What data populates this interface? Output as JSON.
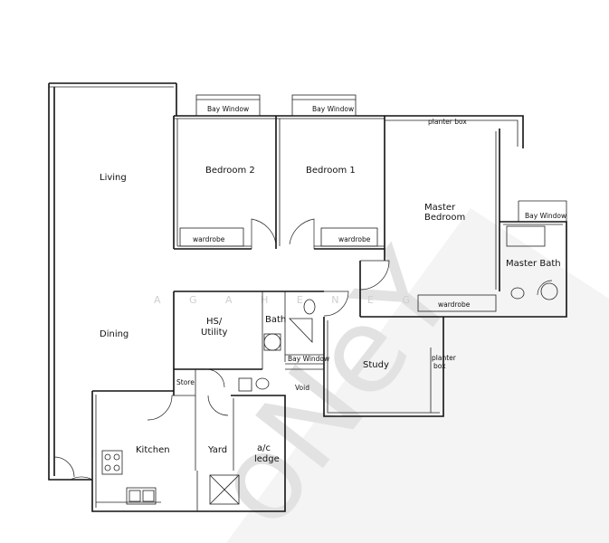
{
  "rooms": {
    "living": "Living",
    "dining": "Dining",
    "bedroom2": "Bedroom 2",
    "bedroom1": "Bedroom 1",
    "master_line1": "Master",
    "master_line2": "Bedroom",
    "hs_line1": "HS/",
    "hs_line2": "Utility",
    "bath": "Bath",
    "study": "Study",
    "kitchen": "Kitchen",
    "yard": "Yard",
    "store": "Store",
    "void": "Void",
    "master_bath": "Master Bath",
    "ac_line1": "a/c",
    "ac_line2": "ledge"
  },
  "fixtures": {
    "bay_window": "Bay Window",
    "planter_box": "planter box",
    "planter_line1": "planter",
    "planter_line2": "box",
    "wardrobe": "wardrobe"
  },
  "watermark": {
    "large": "oNeY",
    "band": "A G A   H E N E G"
  }
}
